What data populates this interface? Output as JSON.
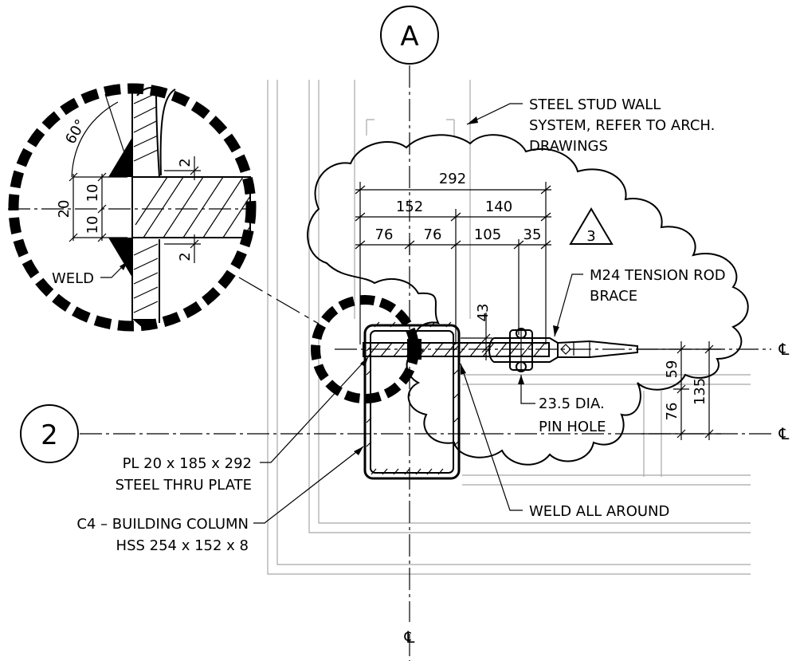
{
  "grid": {
    "column_bubble": "A",
    "row_bubble": "2",
    "centerline_symbol": "℄"
  },
  "revision": {
    "number": "3"
  },
  "labels": {
    "stud_wall": [
      "STEEL STUD WALL",
      "SYSTEM, REFER TO ARCH.",
      "DRAWINGS"
    ],
    "tension_rod": [
      "M24 TENSION ROD",
      "BRACE"
    ],
    "pin_hole": [
      "23.5 DIA.",
      "PIN HOLE"
    ],
    "weld_all_around": "WELD ALL AROUND",
    "thru_plate": [
      "PL 20 x 185 x 292",
      "STEEL THRU PLATE"
    ],
    "column": [
      "C4 – BUILDING COLUMN",
      "HSS 254 x 152 x 8"
    ],
    "weld": "WELD"
  },
  "dimensions": {
    "overall": "292",
    "left_half": "152",
    "right_half": "140",
    "seg_1": "76",
    "seg_2": "76",
    "seg_3": "105",
    "seg_4": "35",
    "plate_offset": "43",
    "vert_59": "59",
    "vert_76": "76",
    "vert_135": "135"
  },
  "detail": {
    "angle": "60°",
    "plate_thk": "20",
    "half_top": "10",
    "half_bot": "10",
    "gap_top": "2",
    "gap_bot": "2"
  }
}
